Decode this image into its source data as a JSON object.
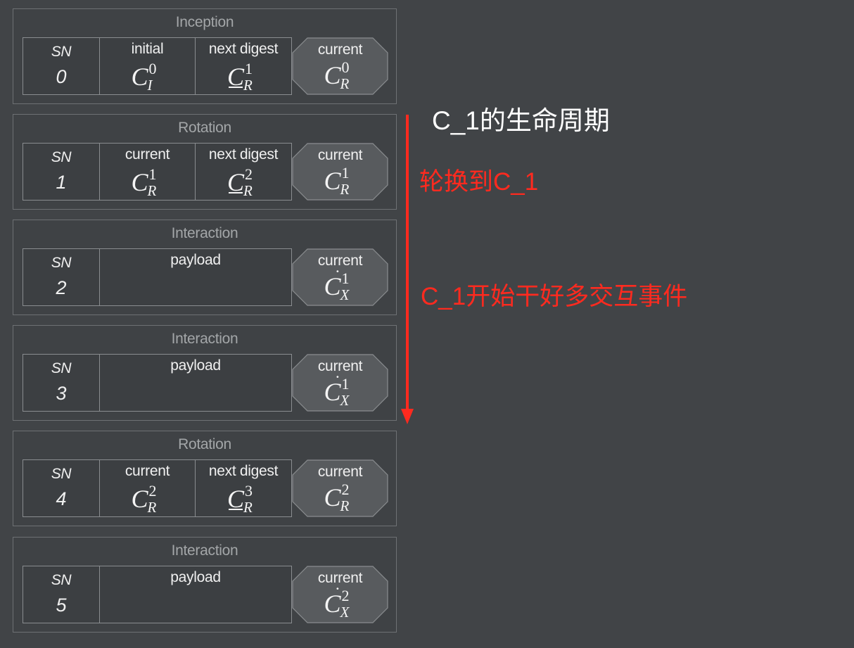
{
  "events": [
    {
      "type": "Inception",
      "sn_label": "SN",
      "sn": "0",
      "col1": {
        "label": "initial",
        "base": "C",
        "sup": "0",
        "sub": "I",
        "dot": false,
        "underline": false
      },
      "col2": {
        "label": "next digest",
        "base": "C",
        "sup": "1",
        "sub": "R",
        "dot": false,
        "underline": true
      },
      "current": {
        "label": "current",
        "base": "C",
        "sup": "0",
        "sub": "R",
        "dot": false,
        "underline": false
      }
    },
    {
      "type": "Rotation",
      "sn_label": "SN",
      "sn": "1",
      "col1": {
        "label": "current",
        "base": "C",
        "sup": "1",
        "sub": "R",
        "dot": false,
        "underline": false
      },
      "col2": {
        "label": "next digest",
        "base": "C",
        "sup": "2",
        "sub": "R",
        "dot": false,
        "underline": true
      },
      "current": {
        "label": "current",
        "base": "C",
        "sup": "1",
        "sub": "R",
        "dot": false,
        "underline": false
      }
    },
    {
      "type": "Interaction",
      "sn_label": "SN",
      "sn": "2",
      "payload": "payload",
      "current": {
        "label": "current",
        "base": "C",
        "sup": "1",
        "sub": "X",
        "dot": true,
        "underline": false
      }
    },
    {
      "type": "Interaction",
      "sn_label": "SN",
      "sn": "3",
      "payload": "payload",
      "current": {
        "label": "current",
        "base": "C",
        "sup": "1",
        "sub": "X",
        "dot": true,
        "underline": false
      }
    },
    {
      "type": "Rotation",
      "sn_label": "SN",
      "sn": "4",
      "col1": {
        "label": "current",
        "base": "C",
        "sup": "2",
        "sub": "R",
        "dot": false,
        "underline": false
      },
      "col2": {
        "label": "next digest",
        "base": "C",
        "sup": "3",
        "sub": "R",
        "dot": false,
        "underline": true
      },
      "current": {
        "label": "current",
        "base": "C",
        "sup": "2",
        "sub": "R",
        "dot": false,
        "underline": false
      }
    },
    {
      "type": "Interaction",
      "sn_label": "SN",
      "sn": "5",
      "payload": "payload",
      "current": {
        "label": "current",
        "base": "C",
        "sup": "2",
        "sub": "X",
        "dot": true,
        "underline": false
      }
    }
  ],
  "annotations": {
    "lifecycle_title": "C_1的生命周期",
    "rotation_note": "轮换到C_1",
    "interaction_note": "C_1开始干好多交互事件"
  },
  "colors": {
    "background": "#414447",
    "annotation_red": "#ff2a1f",
    "annotation_white": "#ffffff"
  }
}
